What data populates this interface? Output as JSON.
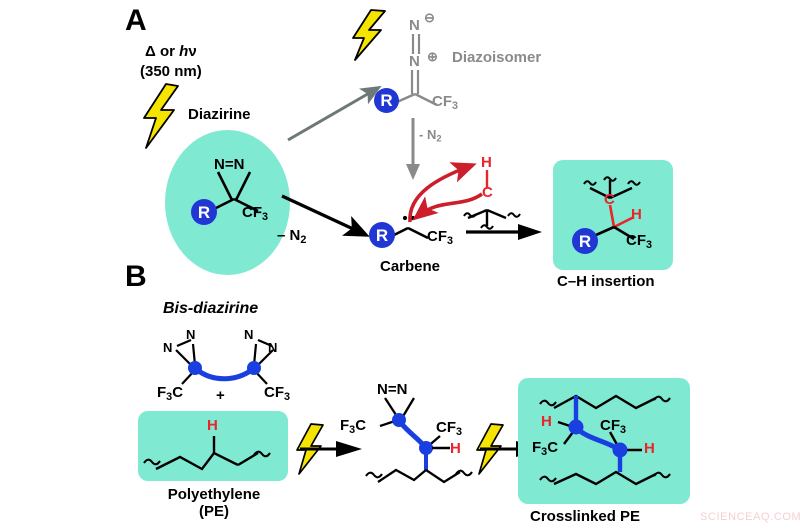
{
  "figure": {
    "watermark": "SCIENCEAQ.COM",
    "colors": {
      "highlight_teal": "#7fe9d2",
      "r_group_blue": "#2137d4",
      "bond_blue": "#1a3fe0",
      "red_accent": "#e8262a",
      "gray_accent": "#8a8a8a",
      "bolt_yellow": "#f5e400",
      "black": "#000000"
    }
  },
  "panel_a": {
    "letter": "A",
    "conditions_line1_prefix": "Δ or ",
    "conditions_line1_italic": "h",
    "conditions_line1_suffix": "ν",
    "conditions_line2": "(350 nm)",
    "diazirine": {
      "label": "Diazirine",
      "ring_label": "N=N",
      "r_group": "R",
      "cf3": "CF",
      "cf3_sub": "3"
    },
    "diazoisomer": {
      "label": "Diazoisomer",
      "n_top": "N",
      "n_top_charge": "⊖",
      "n_bottom": "N",
      "n_bottom_charge": "⊕",
      "r_group": "R",
      "cf3": "CF",
      "cf3_sub": "3"
    },
    "loss_n2_diagonal": "– N",
    "loss_n2_diagonal_sub": "2",
    "loss_n2_vertical": "- N",
    "loss_n2_vertical_sub": "2",
    "carbene": {
      "label": "Carbene",
      "r_group": "R",
      "cf3": "CF",
      "cf3_sub": "3"
    },
    "substrate": {
      "h": "H",
      "c": "C"
    },
    "insertion": {
      "label": "C–H insertion",
      "c": "C",
      "h": "H",
      "r_group": "R",
      "cf3": "CF",
      "cf3_sub": "3"
    }
  },
  "panel_b": {
    "letter": "B",
    "bis_diazirine": {
      "label": "Bis-diazirine",
      "n_left_outer": "N",
      "n_left_inner": "N",
      "n_right_inner": "N",
      "n_right_outer": "N",
      "f3c": "F",
      "f3c_sub": "3",
      "f3c_rest": "C",
      "cf3": "CF",
      "cf3_sub": "3",
      "plus": "+"
    },
    "polyethylene": {
      "label_line1": "Polyethylene",
      "label_line2": "(PE)",
      "h": "H"
    },
    "intermediate": {
      "ring_label": "N=N",
      "f3c": "F",
      "f3c_sub": "3",
      "f3c_rest": "C",
      "cf3": "CF",
      "cf3_sub": "3",
      "h": "H"
    },
    "crosslinked": {
      "label": "Crosslinked PE",
      "h_left": "H",
      "f3c": "F",
      "f3c_sub": "3",
      "f3c_rest": "C",
      "cf3": "CF",
      "cf3_sub": "3",
      "h_right": "H"
    }
  }
}
